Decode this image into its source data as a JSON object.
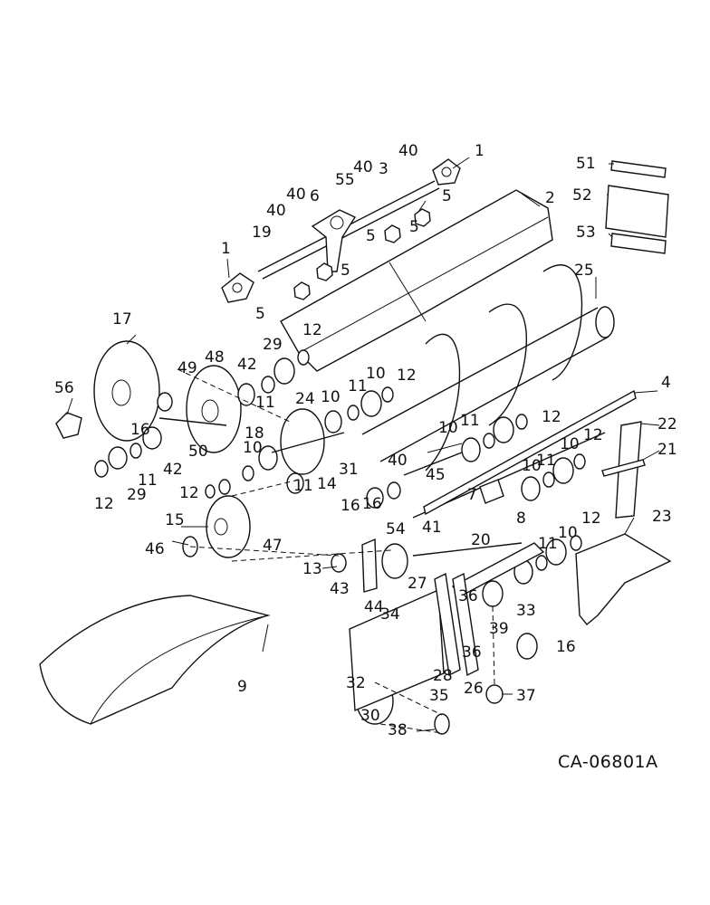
{
  "diagram": {
    "code": "CA-06801A",
    "labels": [
      "1",
      "1",
      "2",
      "3",
      "4",
      "5",
      "5",
      "5",
      "5",
      "5",
      "6",
      "7",
      "8",
      "9",
      "10",
      "10",
      "10",
      "10",
      "10",
      "10",
      "10",
      "11",
      "11",
      "11",
      "11",
      "11",
      "11",
      "11",
      "12",
      "12",
      "12",
      "12",
      "12",
      "12",
      "12",
      "13",
      "14",
      "15",
      "16",
      "16",
      "16",
      "16",
      "17",
      "18",
      "19",
      "20",
      "21",
      "22",
      "23",
      "24",
      "25",
      "26",
      "27",
      "28",
      "29",
      "29",
      "30",
      "31",
      "32",
      "33",
      "34",
      "35",
      "36",
      "36",
      "37",
      "38",
      "39",
      "40",
      "40",
      "40",
      "40",
      "40",
      "41",
      "42",
      "42",
      "43",
      "44",
      "45",
      "46",
      "47",
      "48",
      "49",
      "50",
      "51",
      "52",
      "53",
      "54",
      "55",
      "56"
    ]
  }
}
